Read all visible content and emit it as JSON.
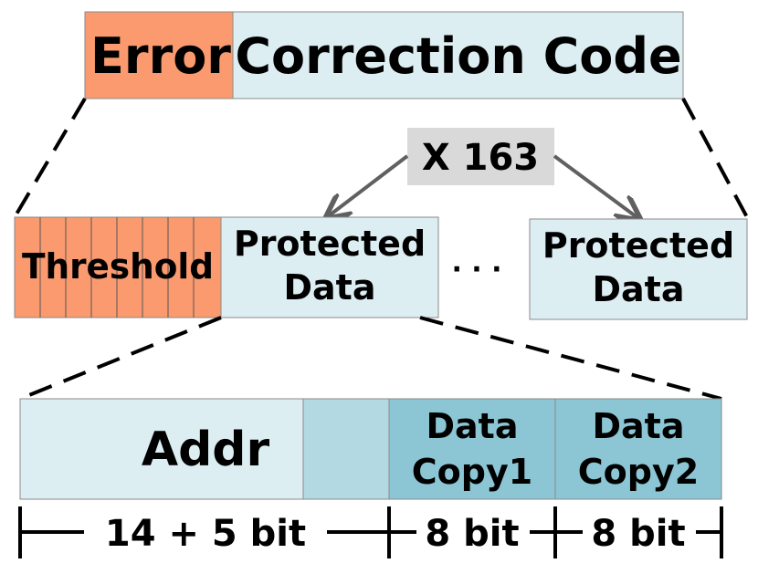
{
  "header": {
    "error_label": "Error",
    "code_label": "Correction Code"
  },
  "repeat": {
    "label": "X 163",
    "ellipsis": "· · ·"
  },
  "entry": {
    "threshold_label": "Threshold",
    "protected_line1": "Protected",
    "protected_line2": "Data"
  },
  "entry_last": {
    "protected_line1": "Protected",
    "protected_line2": "Data"
  },
  "layout": {
    "addr_label": "Addr",
    "copy1_line1": "Data",
    "copy1_line2": "Copy1",
    "copy2_line1": "Data",
    "copy2_line2": "Copy2"
  },
  "widths": {
    "addr_bits": "14 + 5 bit",
    "copy1_bits": "8 bit",
    "copy2_bits": "8 bit"
  },
  "colors": {
    "orange": "#FA9A6E",
    "light_blue": "#DDEEF3",
    "mid_blue": "#B3D9E3",
    "teal": "#8CC6D4",
    "gray": "#D9D9D9"
  }
}
